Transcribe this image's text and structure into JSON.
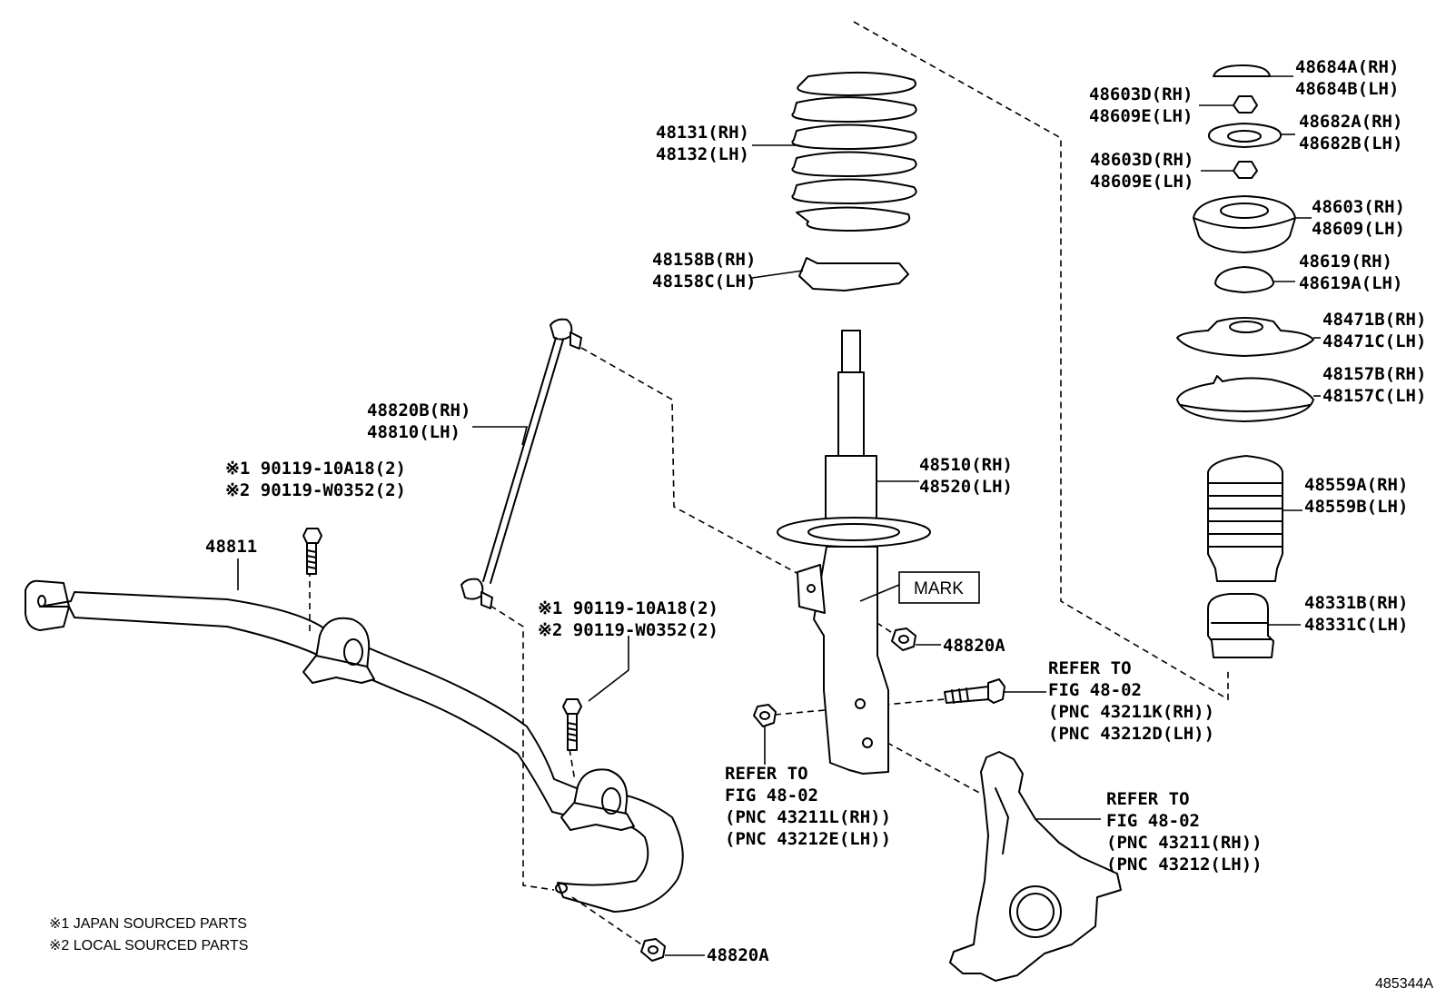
{
  "callouts": {
    "p48684": [
      "48684A(RH)",
      "48684B(LH)"
    ],
    "p48603d_upper": [
      "48603D(RH)",
      "48609E(LH)"
    ],
    "p48682": [
      "48682A(RH)",
      "48682B(LH)"
    ],
    "p48603d_lower": [
      "48603D(RH)",
      "48609E(LH)"
    ],
    "p48603": [
      "48603(RH)",
      "48609(LH)"
    ],
    "p48619": [
      "48619(RH)",
      "48619A(LH)"
    ],
    "p48471": [
      "48471B(RH)",
      "48471C(LH)"
    ],
    "p48157": [
      "48157B(RH)",
      "48157C(LH)"
    ],
    "p48559": [
      "48559A(RH)",
      "48559B(LH)"
    ],
    "p48331": [
      "48331B(RH)",
      "48331C(LH)"
    ],
    "p48131": [
      "48131(RH)",
      "48132(LH)"
    ],
    "p48158": [
      "48158B(RH)",
      "48158C(LH)"
    ],
    "p48510": [
      "48510(RH)",
      "48520(LH)"
    ],
    "p48820b": [
      "48820B(RH)",
      "48810(LH)"
    ],
    "p48811": "48811",
    "bolt_left": [
      "※1 90119-10A18(2)",
      "※2 90119-W0352(2)"
    ],
    "bolt_mid": [
      "※1 90119-10A18(2)",
      "※2 90119-W0352(2)"
    ],
    "nut_48820a_right": "48820A",
    "nut_48820a_bottom": "48820A",
    "mark_label": "MARK"
  },
  "references": {
    "bolt_ref": [
      "REFER TO",
      "FIG 48-02",
      "(PNC 43211K(RH))",
      "(PNC 43212D(LH))"
    ],
    "nut_ref": [
      "REFER TO",
      "FIG 48-02",
      "(PNC 43211L(RH))",
      "(PNC 43212E(LH))"
    ],
    "knuckle_ref": [
      "REFER TO",
      "FIG 48-02",
      "(PNC 43211(RH))",
      "(PNC 43212(LH))"
    ]
  },
  "legend": [
    "※1 JAPAN SOURCED PARTS",
    "※2 LOCAL SOURCED PARTS"
  ],
  "figure_id": "485344A"
}
